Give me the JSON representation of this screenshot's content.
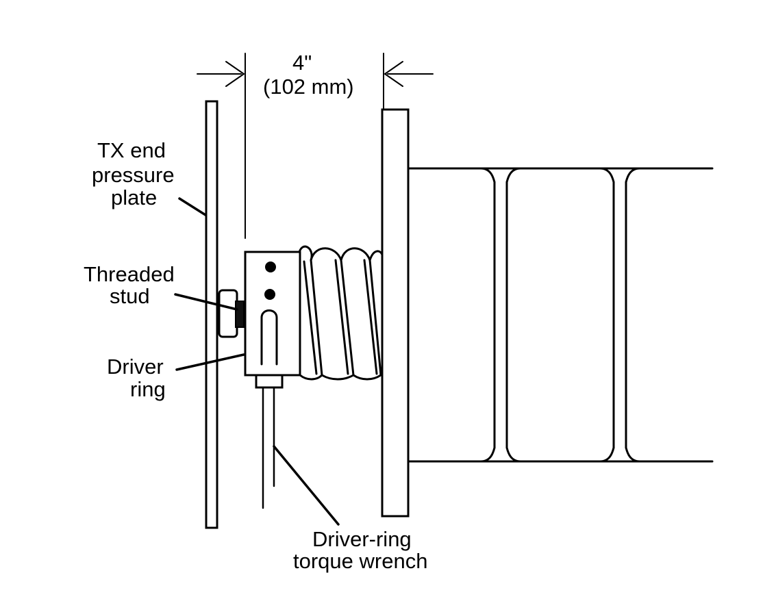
{
  "diagram": {
    "dimension": {
      "value": "4\"",
      "metric": "(102 mm)"
    },
    "labels": {
      "pressure_plate": [
        "TX end",
        "pressure",
        "plate"
      ],
      "threaded_stud": [
        "Threaded",
        "stud"
      ],
      "driver_ring": [
        "Driver",
        "ring"
      ],
      "torque_wrench": [
        "Driver-ring",
        "torque wrench"
      ]
    }
  }
}
